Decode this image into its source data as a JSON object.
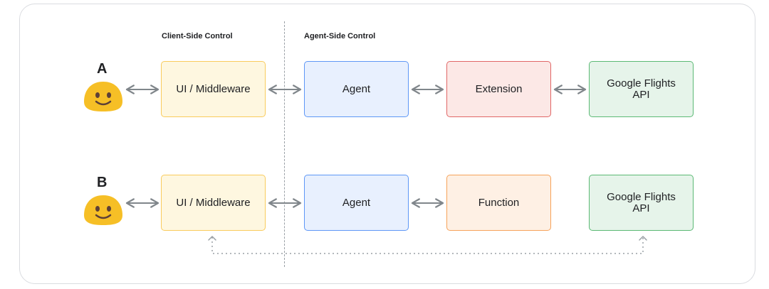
{
  "sections": {
    "client_side": "Client-Side Control",
    "agent_side": "Agent-Side Control"
  },
  "rows": [
    {
      "label": "A",
      "boxes": {
        "middleware": "UI / Middleware",
        "agent": "Agent",
        "tool": "Extension",
        "api": "Google Flights\nAPI"
      }
    },
    {
      "label": "B",
      "boxes": {
        "middleware": "UI / Middleware",
        "agent": "Agent",
        "tool": "Function",
        "api": "Google Flights\nAPI"
      }
    }
  ],
  "icons": {
    "user": "smiley-face-icon",
    "connector": "bidirectional-arrow-icon"
  },
  "colors": {
    "middleware_fill": "#fef7e0",
    "middleware_border": "#f9cb5c",
    "agent_fill": "#e8f0fe",
    "agent_border": "#5e97f6",
    "extension_fill": "#fce8e6",
    "extension_border": "#e06666",
    "api_fill": "#e6f4ea",
    "api_border": "#5bb974",
    "function_fill": "#fef0e4",
    "function_border": "#f6a25a",
    "smiley": "#f6bf26"
  }
}
